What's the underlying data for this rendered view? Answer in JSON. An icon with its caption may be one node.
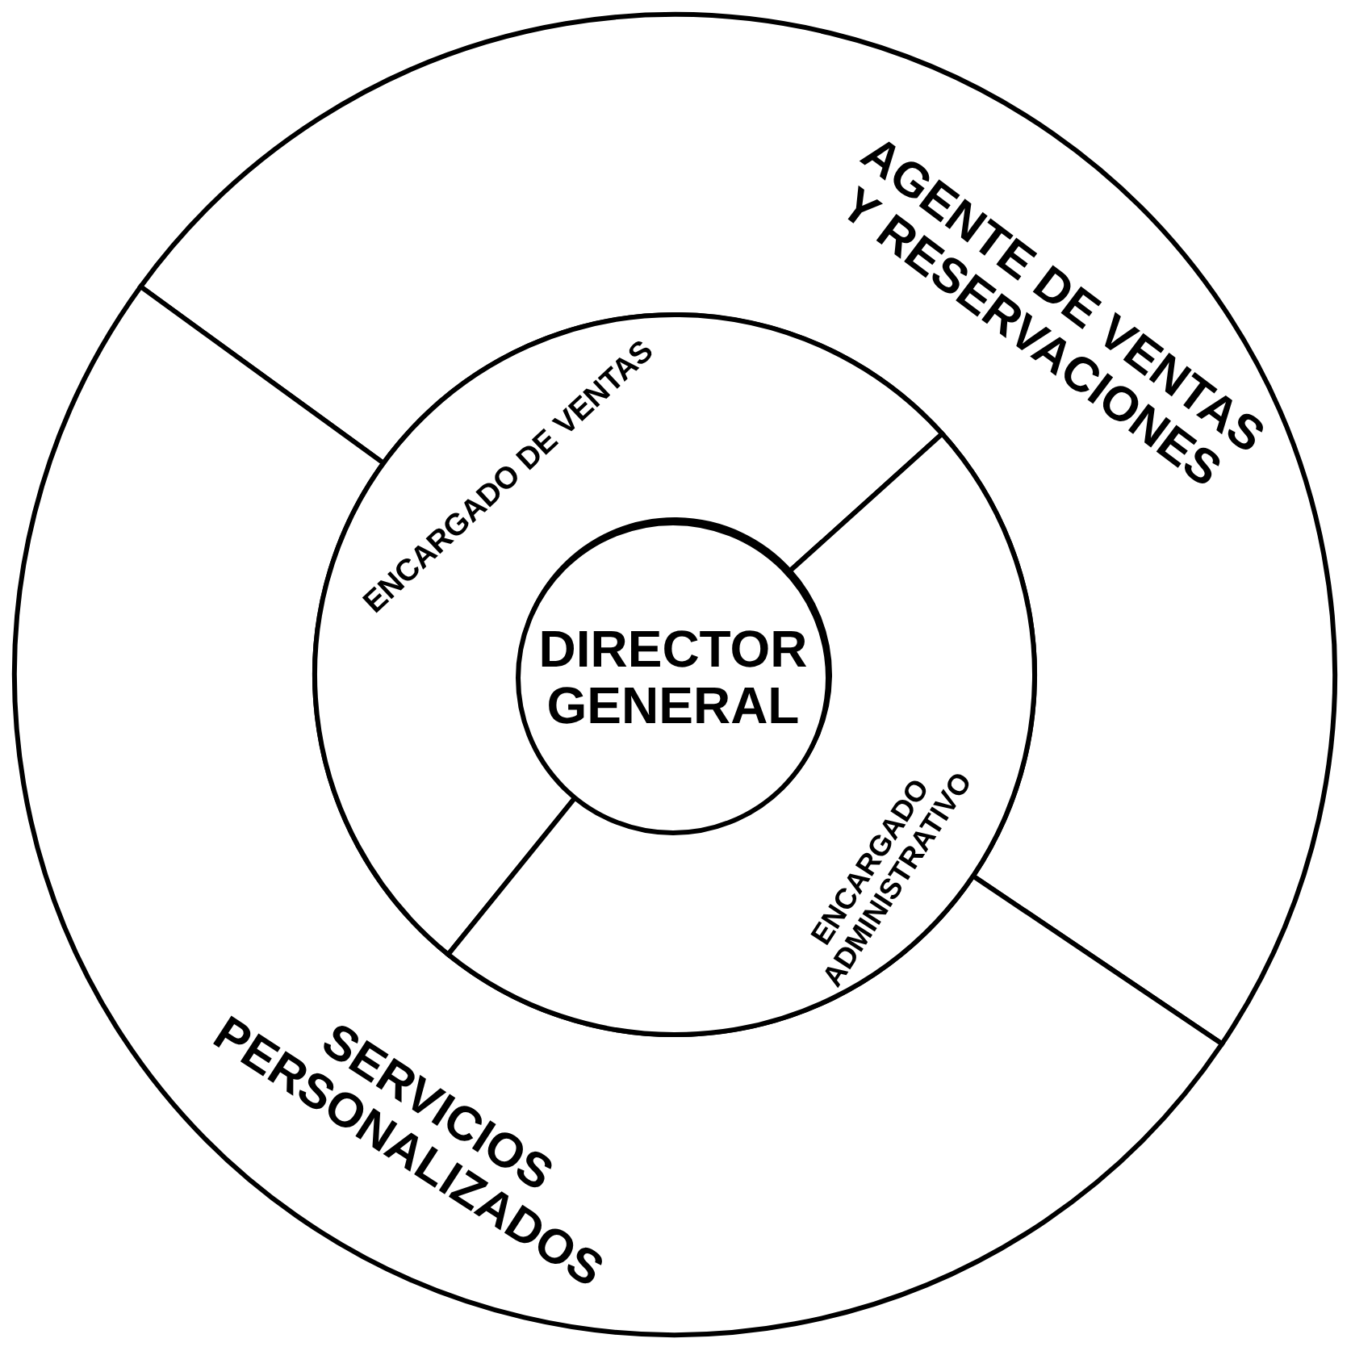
{
  "diagram": {
    "nodes": [
      {
        "text": [
          "AGENTE DE VENTAS Y RESERVACIONES"
        ]
      },
      {
        "text": [
          "SERVICIOS PERSONALIZADOS"
        ]
      },
      {
        "text": [
          "ENCARGADO DE VENTAS"
        ]
      },
      {
        "text": [
          "ENCARGADO ADMINISTRATIVO"
        ]
      },
      {
        "text": [
          "DIRECTOR GENERAL"
        ]
      }
    ]
  }
}
